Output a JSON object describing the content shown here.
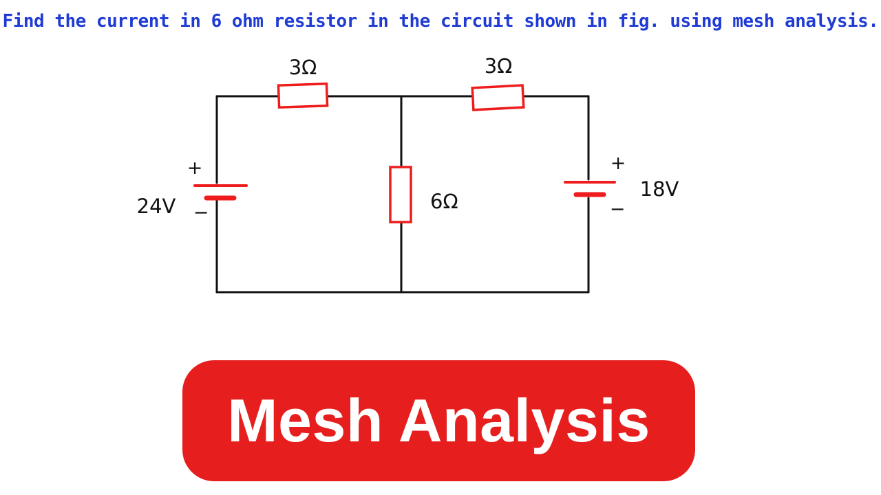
{
  "title": "Find the current in 6 ohm resistor in the circuit shown in fig. using mesh analysis.",
  "colors": {
    "title_blue": "#1f3bd3",
    "wire_black": "#111111",
    "component_red": "#ee1c1c",
    "banner_red": "#e61e1e",
    "banner_text": "#ffffff"
  },
  "circuit": {
    "resistors": [
      {
        "id": "R1",
        "label": "3Ω",
        "position": "top-left"
      },
      {
        "id": "R2",
        "label": "3Ω",
        "position": "top-right"
      },
      {
        "id": "R3",
        "label": "6Ω",
        "position": "middle-branch"
      }
    ],
    "sources": [
      {
        "id": "V1",
        "label": "24V",
        "plus": "+",
        "minus": "−",
        "position": "left"
      },
      {
        "id": "V2",
        "label": "18V",
        "plus": "+",
        "minus": "−",
        "position": "right"
      }
    ]
  },
  "banner": {
    "label": "Mesh Analysis"
  }
}
